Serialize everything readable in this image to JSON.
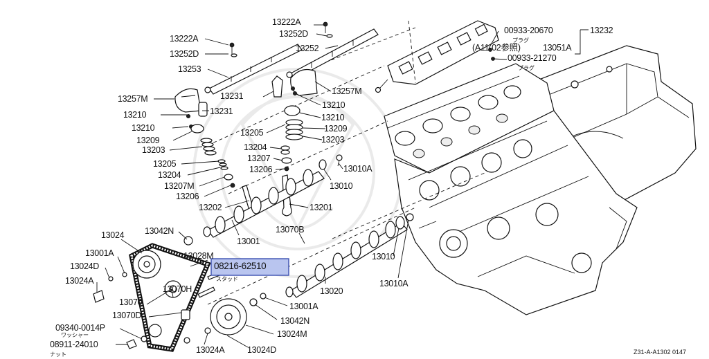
{
  "diagram": {
    "labels": [
      {
        "id": "13222A-top",
        "text": "13222A"
      },
      {
        "id": "13252D-top",
        "text": "13252D"
      },
      {
        "id": "13252-top",
        "text": "13252"
      },
      {
        "id": "13222A-left",
        "text": "13222A"
      },
      {
        "id": "13252D-left",
        "text": "13252D"
      },
      {
        "id": "13253",
        "text": "13253"
      },
      {
        "id": "13257M-left",
        "text": "13257M"
      },
      {
        "id": "13210-a",
        "text": "13210"
      },
      {
        "id": "13231-a",
        "text": "13231"
      },
      {
        "id": "13231-b",
        "text": "13231"
      },
      {
        "id": "13210-b",
        "text": "13210"
      },
      {
        "id": "13209-a",
        "text": "13209"
      },
      {
        "id": "13203-a",
        "text": "13203"
      },
      {
        "id": "13205-a",
        "text": "13205"
      },
      {
        "id": "13204-a",
        "text": "13204"
      },
      {
        "id": "13207M",
        "text": "13207M"
      },
      {
        "id": "13206-a",
        "text": "13206"
      },
      {
        "id": "13202",
        "text": "13202"
      },
      {
        "id": "13257M-right",
        "text": "13257M"
      },
      {
        "id": "13210-c",
        "text": "13210"
      },
      {
        "id": "13210-d",
        "text": "13210"
      },
      {
        "id": "13209-b",
        "text": "13209"
      },
      {
        "id": "13203-b",
        "text": "13203"
      },
      {
        "id": "13205-b",
        "text": "13205"
      },
      {
        "id": "13204-b",
        "text": "13204"
      },
      {
        "id": "13207",
        "text": "13207"
      },
      {
        "id": "13206-b",
        "text": "13206"
      },
      {
        "id": "13010A-a",
        "text": "13010A"
      },
      {
        "id": "13010-a",
        "text": "13010"
      },
      {
        "id": "13201",
        "text": "13201"
      },
      {
        "id": "13001",
        "text": "13001"
      },
      {
        "id": "13070B",
        "text": "13070B"
      },
      {
        "id": "13024",
        "text": "13024"
      },
      {
        "id": "13042N-left",
        "text": "13042N"
      },
      {
        "id": "13001A-left",
        "text": "13001A"
      },
      {
        "id": "13028M",
        "text": "13028M"
      },
      {
        "id": "13024D-left",
        "text": "13024D"
      },
      {
        "id": "13024A-left",
        "text": "13024A"
      },
      {
        "id": "13070H",
        "text": "13070H"
      },
      {
        "id": "13070",
        "text": "13070"
      },
      {
        "id": "13070D",
        "text": "13070D"
      },
      {
        "id": "09340-0014P",
        "text": "09340-0014P"
      },
      {
        "id": "08911-24010",
        "text": "08911-24010"
      },
      {
        "id": "13024A-bottom",
        "text": "13024A"
      },
      {
        "id": "13024D-bottom",
        "text": "13024D"
      },
      {
        "id": "13024M",
        "text": "13024M"
      },
      {
        "id": "13042N-bottom",
        "text": "13042N"
      },
      {
        "id": "13001A-bottom",
        "text": "13001A"
      },
      {
        "id": "13020",
        "text": "13020"
      },
      {
        "id": "13010A-b",
        "text": "13010A"
      },
      {
        "id": "13010-b",
        "text": "13010"
      },
      {
        "id": "00933-20670",
        "text": "00933-20670"
      },
      {
        "id": "13232",
        "text": "13232"
      },
      {
        "id": "A11-02",
        "text": "(A11-02参照)"
      },
      {
        "id": "13051A",
        "text": "13051A"
      },
      {
        "id": "00933-21270",
        "text": "00933-21270"
      }
    ],
    "sublabels": {
      "washer": "ワッシャー",
      "nut": "ナット",
      "plug1": "プラグ",
      "plug2": "プラグ"
    },
    "highlight": {
      "part_number": "08216-62510",
      "sub": "スタッド"
    },
    "diagram_code": "Z31-A-A1302  0147"
  }
}
